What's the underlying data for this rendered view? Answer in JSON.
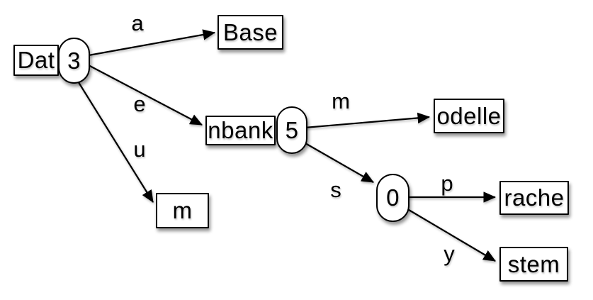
{
  "diagram": {
    "type": "trie-tree",
    "colors": {
      "background": "#ffffff",
      "node_fill": "#ffffff",
      "stroke": "#000000",
      "text": "#000000",
      "shadow": "rgba(0,0,0,0.4)"
    },
    "nodes": {
      "dat": {
        "label": "Dat",
        "shape": "rect"
      },
      "n3": {
        "label": "3",
        "shape": "oval"
      },
      "base": {
        "label": "Base",
        "shape": "rect"
      },
      "nbank": {
        "label": "nbank",
        "shape": "rect"
      },
      "n5": {
        "label": "5",
        "shape": "oval"
      },
      "m": {
        "label": "m",
        "shape": "rect"
      },
      "odelle": {
        "label": "odelle",
        "shape": "rect"
      },
      "n0": {
        "label": "0",
        "shape": "oval"
      },
      "rache": {
        "label": "rache",
        "shape": "rect"
      },
      "stem": {
        "label": "stem",
        "shape": "rect"
      }
    },
    "edges": {
      "a": {
        "label": "a",
        "from": "3",
        "to": "Base"
      },
      "e": {
        "label": "e",
        "from": "3",
        "to": "nbank"
      },
      "u": {
        "label": "u",
        "from": "3",
        "to": "m"
      },
      "m": {
        "label": "m",
        "from": "5",
        "to": "odelle"
      },
      "s": {
        "label": "s",
        "from": "5",
        "to": "0"
      },
      "p": {
        "label": "p",
        "from": "0",
        "to": "rache"
      },
      "y": {
        "label": "y",
        "from": "0",
        "to": "stem"
      }
    }
  }
}
